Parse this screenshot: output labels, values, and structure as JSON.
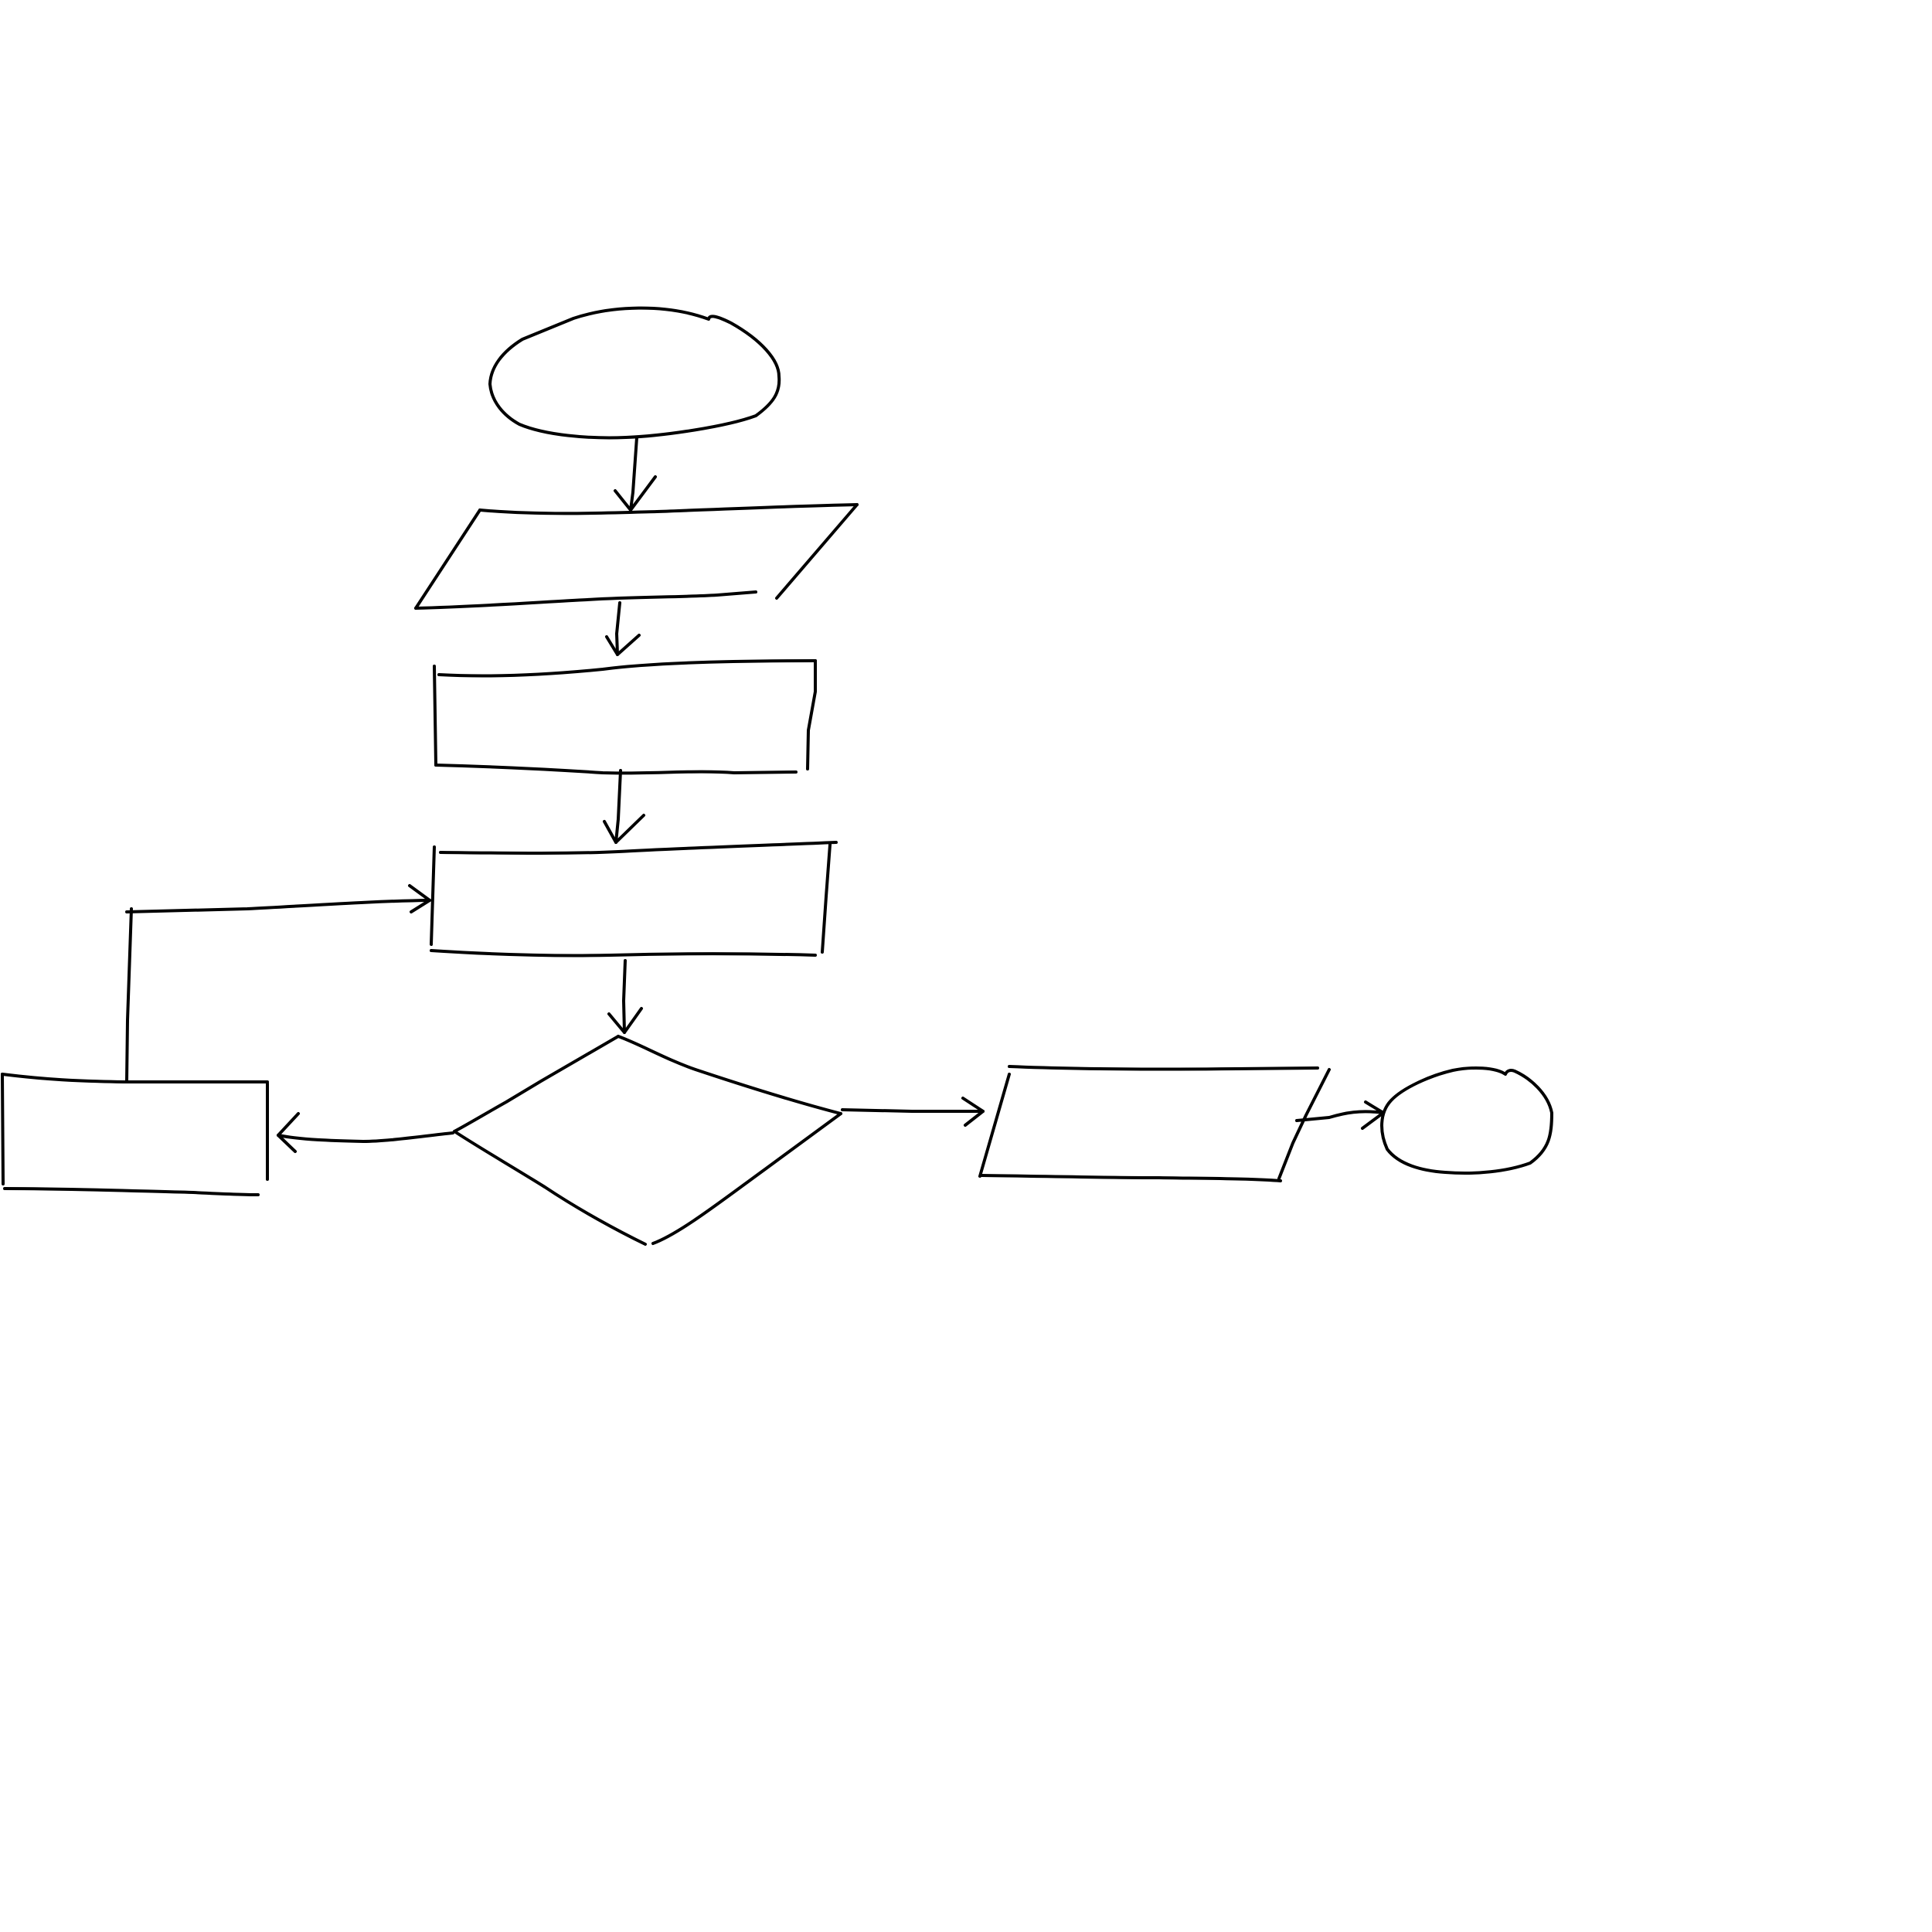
{
  "diagram": {
    "kind": "flowchart",
    "style": "hand-drawn",
    "background_color": "#ffffff",
    "stroke_color": "#000000",
    "nodes": [
      {
        "id": "start",
        "shape": "ellipse",
        "text": ""
      },
      {
        "id": "input",
        "shape": "parallelogram",
        "text": ""
      },
      {
        "id": "process-1",
        "shape": "rectangle",
        "text": ""
      },
      {
        "id": "process-2",
        "shape": "rectangle",
        "text": ""
      },
      {
        "id": "decision",
        "shape": "diamond",
        "text": ""
      },
      {
        "id": "process-left",
        "shape": "rectangle",
        "text": ""
      },
      {
        "id": "output",
        "shape": "parallelogram",
        "text": ""
      },
      {
        "id": "end",
        "shape": "ellipse",
        "text": ""
      }
    ],
    "edges": [
      {
        "from": "start",
        "to": "input"
      },
      {
        "from": "input",
        "to": "process-1"
      },
      {
        "from": "process-1",
        "to": "process-2"
      },
      {
        "from": "process-2",
        "to": "decision"
      },
      {
        "from": "decision",
        "to": "process-left"
      },
      {
        "from": "decision",
        "to": "output"
      },
      {
        "from": "process-left",
        "to": "process-2"
      },
      {
        "from": "output",
        "to": "end"
      }
    ]
  }
}
